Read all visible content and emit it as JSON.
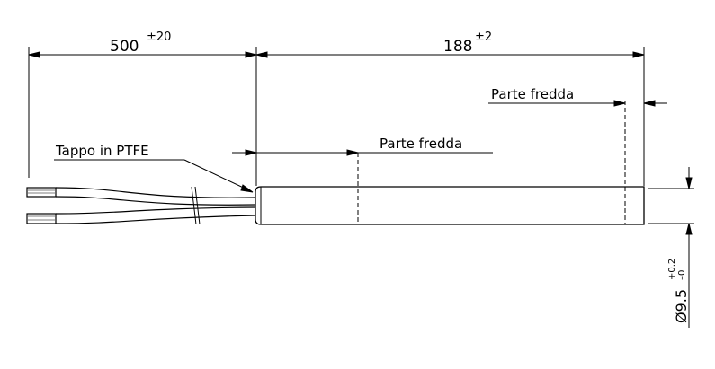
{
  "dimensions": {
    "wire_length": {
      "value": "500",
      "tolerance": "±20"
    },
    "heater_length": {
      "value": "188",
      "tolerance": "±2"
    },
    "diameter": {
      "value": "Ø9.5",
      "tol_plus": "+0.2",
      "tol_minus": "–0"
    }
  },
  "labels": {
    "cap": "Tappo in PTFE",
    "cold_zone_top": "Parte fredda",
    "cold_zone_mid": "Parte fredda"
  },
  "colors": {
    "line": "#000000",
    "background": "#ffffff"
  }
}
